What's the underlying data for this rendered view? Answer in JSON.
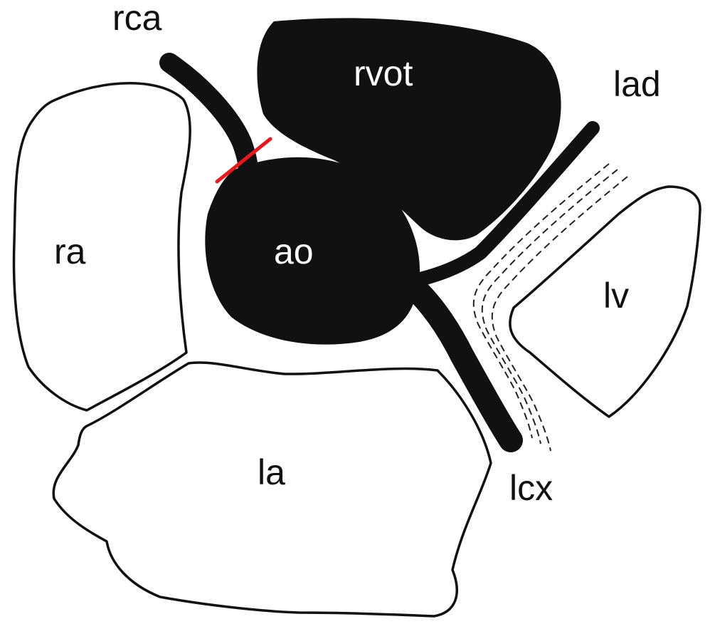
{
  "labels": {
    "rca": "rca",
    "rvot": "rvot",
    "lad": "lad",
    "ra": "ra",
    "ao": "ao",
    "lv": "lv",
    "la": "la",
    "lcx": "lcx"
  },
  "colors": {
    "structure_outline": "#111111",
    "filled_structure": "#111111",
    "marker_line": "#e8191c",
    "background": "#ffffff"
  }
}
